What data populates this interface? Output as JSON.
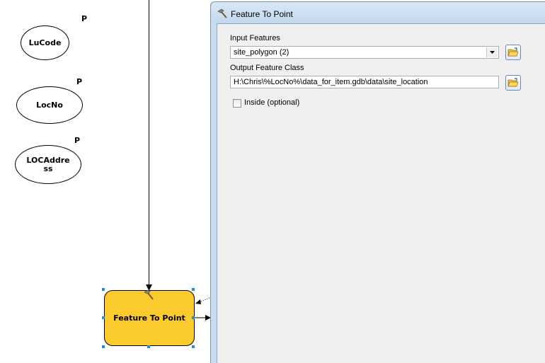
{
  "model": {
    "parameters": [
      {
        "name": "LuCode",
        "marker": "P"
      },
      {
        "name": "LocNo",
        "marker": "P"
      },
      {
        "name": "LOCAddress",
        "line1": "LOCAddre",
        "line2": "ss",
        "marker": "P"
      }
    ],
    "tool": {
      "label": "Feature To Point"
    }
  },
  "dialog": {
    "title": "Feature To Point",
    "input_features": {
      "label": "Input Features",
      "value": "site_polygon (2)"
    },
    "output_feature_class": {
      "label": "Output Feature Class",
      "value": "H:\\Chris\\%LocNo%\\data_for_item.gdb\\data\\site_location"
    },
    "inside": {
      "label": "Inside (optional)",
      "checked": false
    }
  },
  "colors": {
    "tool_fill": "#fbca2c",
    "selection_handle": "#1e90d6",
    "dialog_frame": "#c8dcef",
    "dialog_client": "#f0f0f0"
  }
}
